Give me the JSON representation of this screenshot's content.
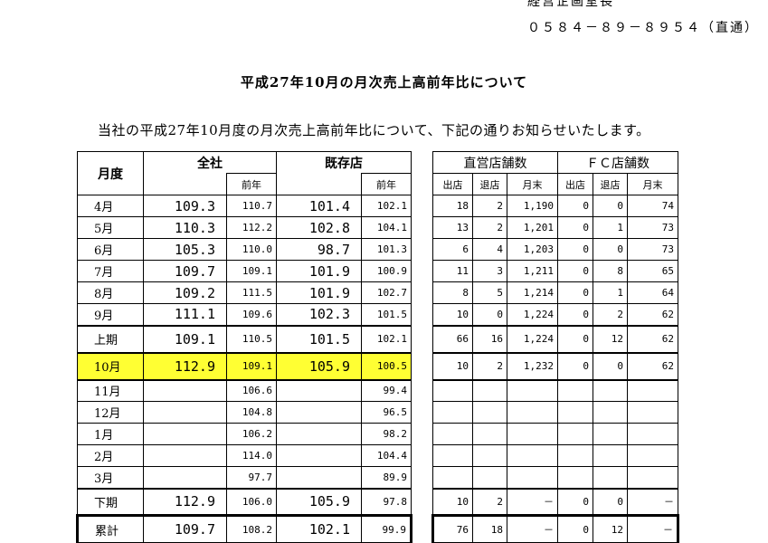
{
  "header": {
    "line1": "経営企画室長",
    "line2": "０５８４－８９－８９５４（直通）"
  },
  "title": "平成27年10月の月次売上高前年比について",
  "intro": "当社の平成27年10月度の月次売上高前年比について、下記の通りお知らせいたします。",
  "left_table": {
    "col_month": "月度",
    "col_all": "全社",
    "col_existing": "既存店",
    "col_prev": "前年",
    "rows": [
      {
        "label": "4月",
        "all": "109.3",
        "all_prev": "110.7",
        "exist": "101.4",
        "exist_prev": "102.1"
      },
      {
        "label": "5月",
        "all": "110.3",
        "all_prev": "112.2",
        "exist": "102.8",
        "exist_prev": "104.1"
      },
      {
        "label": "6月",
        "all": "105.3",
        "all_prev": "110.0",
        "exist": "98.7",
        "exist_prev": "101.3"
      },
      {
        "label": "7月",
        "all": "109.7",
        "all_prev": "109.1",
        "exist": "101.9",
        "exist_prev": "100.9"
      },
      {
        "label": "8月",
        "all": "109.2",
        "all_prev": "111.5",
        "exist": "101.9",
        "exist_prev": "102.7"
      },
      {
        "label": "9月",
        "all": "111.1",
        "all_prev": "109.6",
        "exist": "102.3",
        "exist_prev": "101.5"
      },
      {
        "label": "上期",
        "all": "109.1",
        "all_prev": "110.5",
        "exist": "101.5",
        "exist_prev": "102.1"
      },
      {
        "label": "10月",
        "all": "112.9",
        "all_prev": "109.1",
        "exist": "105.9",
        "exist_prev": "100.5"
      },
      {
        "label": "11月",
        "all": "",
        "all_prev": "106.6",
        "exist": "",
        "exist_prev": "99.4"
      },
      {
        "label": "12月",
        "all": "",
        "all_prev": "104.8",
        "exist": "",
        "exist_prev": "96.5"
      },
      {
        "label": "1月",
        "all": "",
        "all_prev": "106.2",
        "exist": "",
        "exist_prev": "98.2"
      },
      {
        "label": "2月",
        "all": "",
        "all_prev": "114.0",
        "exist": "",
        "exist_prev": "104.4"
      },
      {
        "label": "3月",
        "all": "",
        "all_prev": "97.7",
        "exist": "",
        "exist_prev": "89.9"
      },
      {
        "label": "下期",
        "all": "112.9",
        "all_prev": "106.0",
        "exist": "105.9",
        "exist_prev": "97.8"
      },
      {
        "label": "累計",
        "all": "109.7",
        "all_prev": "108.2",
        "exist": "102.1",
        "exist_prev": "99.9"
      }
    ]
  },
  "right_table": {
    "col_direct": "直営店舗数",
    "col_fc": "ＦＣ店舗数",
    "col_open": "出店",
    "col_close": "退店",
    "col_end": "月末",
    "rows": [
      {
        "d_open": "18",
        "d_close": "2",
        "d_end": "1,190",
        "f_open": "0",
        "f_close": "0",
        "f_end": "74"
      },
      {
        "d_open": "13",
        "d_close": "2",
        "d_end": "1,201",
        "f_open": "0",
        "f_close": "1",
        "f_end": "73"
      },
      {
        "d_open": "6",
        "d_close": "4",
        "d_end": "1,203",
        "f_open": "0",
        "f_close": "0",
        "f_end": "73"
      },
      {
        "d_open": "11",
        "d_close": "3",
        "d_end": "1,211",
        "f_open": "0",
        "f_close": "8",
        "f_end": "65"
      },
      {
        "d_open": "8",
        "d_close": "5",
        "d_end": "1,214",
        "f_open": "0",
        "f_close": "1",
        "f_end": "64"
      },
      {
        "d_open": "10",
        "d_close": "0",
        "d_end": "1,224",
        "f_open": "0",
        "f_close": "2",
        "f_end": "62"
      },
      {
        "d_open": "66",
        "d_close": "16",
        "d_end": "1,224",
        "f_open": "0",
        "f_close": "12",
        "f_end": "62"
      },
      {
        "d_open": "10",
        "d_close": "2",
        "d_end": "1,232",
        "f_open": "0",
        "f_close": "0",
        "f_end": "62"
      },
      {
        "d_open": "",
        "d_close": "",
        "d_end": "",
        "f_open": "",
        "f_close": "",
        "f_end": ""
      },
      {
        "d_open": "",
        "d_close": "",
        "d_end": "",
        "f_open": "",
        "f_close": "",
        "f_end": ""
      },
      {
        "d_open": "",
        "d_close": "",
        "d_end": "",
        "f_open": "",
        "f_close": "",
        "f_end": ""
      },
      {
        "d_open": "",
        "d_close": "",
        "d_end": "",
        "f_open": "",
        "f_close": "",
        "f_end": ""
      },
      {
        "d_open": "",
        "d_close": "",
        "d_end": "",
        "f_open": "",
        "f_close": "",
        "f_end": ""
      },
      {
        "d_open": "10",
        "d_close": "2",
        "d_end": "－",
        "f_open": "0",
        "f_close": "0",
        "f_end": "－"
      },
      {
        "d_open": "76",
        "d_close": "18",
        "d_end": "－",
        "f_open": "0",
        "f_close": "12",
        "f_end": "－"
      }
    ]
  },
  "colors": {
    "highlight": "#ffff33"
  }
}
